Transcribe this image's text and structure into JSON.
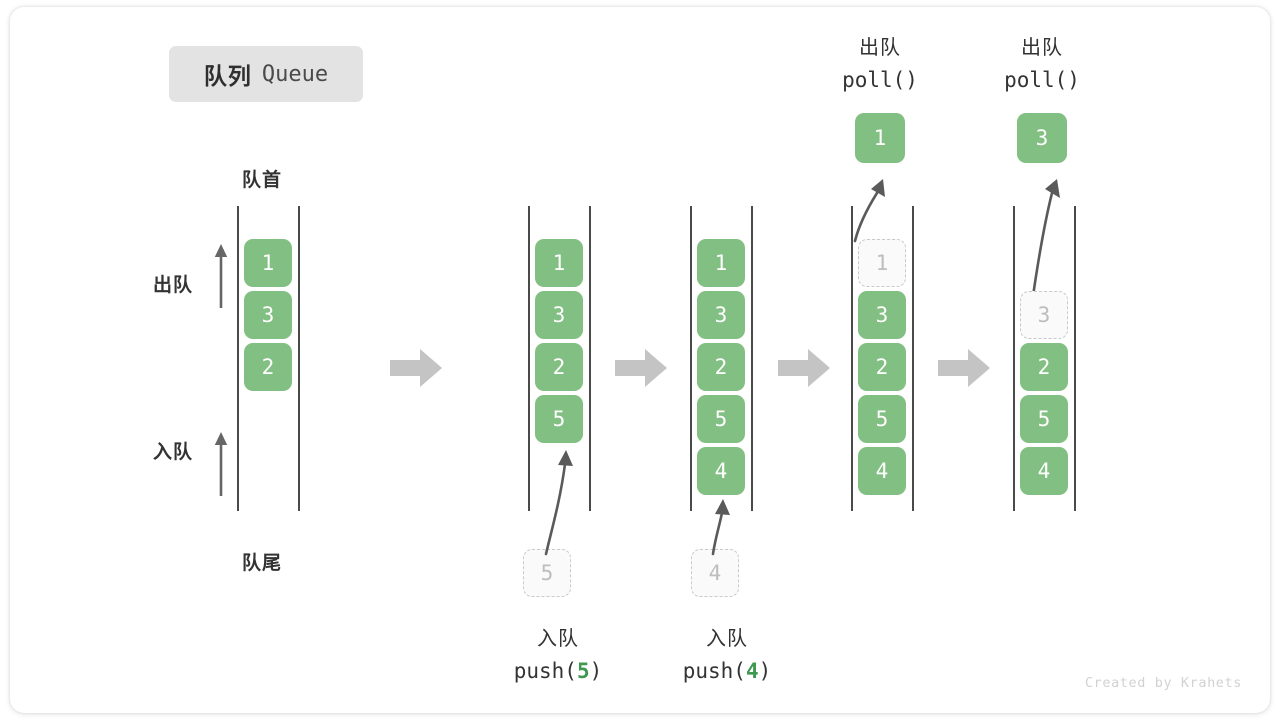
{
  "title": {
    "cn": "队列",
    "en": "Queue"
  },
  "labels": {
    "front": "队首",
    "rear": "队尾",
    "dequeue_dir": "出队",
    "enqueue_dir": "入队"
  },
  "watermark": "Created by Krahets",
  "colors": {
    "cell_fill": "#82bf82",
    "cell_text": "#ffffff",
    "ghost_fill": "#fafafa",
    "ghost_border": "#c9c9c9",
    "ghost_text": "#bdbdbd",
    "rail": "#4a4a4a",
    "step_arrow": "#c4c4c4",
    "dir_arrow": "#666666",
    "curve_arrow": "#5a5a5a",
    "badge_bg": "#e3e3e3",
    "accent_green": "#3f9850",
    "text": "#333333"
  },
  "columns": [
    {
      "id": "initial",
      "header_cn": "",
      "header_code": "",
      "cells": [
        {
          "value": "1",
          "state": "filled"
        },
        {
          "value": "3",
          "state": "filled"
        },
        {
          "value": "2",
          "state": "filled"
        }
      ],
      "popped": null,
      "incoming": null,
      "caption_cn": "",
      "caption_code": "",
      "caption_arg": ""
    },
    {
      "id": "push5",
      "header_cn": "",
      "header_code": "",
      "cells": [
        {
          "value": "1",
          "state": "filled"
        },
        {
          "value": "3",
          "state": "filled"
        },
        {
          "value": "2",
          "state": "filled"
        },
        {
          "value": "5",
          "state": "filled"
        }
      ],
      "popped": null,
      "incoming": {
        "value": "5",
        "state": "ghost"
      },
      "caption_cn": "入队",
      "caption_code_prefix": "push(",
      "caption_arg": "5",
      "caption_code_suffix": ")"
    },
    {
      "id": "push4",
      "header_cn": "",
      "header_code": "",
      "cells": [
        {
          "value": "1",
          "state": "filled"
        },
        {
          "value": "3",
          "state": "filled"
        },
        {
          "value": "2",
          "state": "filled"
        },
        {
          "value": "5",
          "state": "filled"
        },
        {
          "value": "4",
          "state": "filled"
        }
      ],
      "popped": null,
      "incoming": {
        "value": "4",
        "state": "ghost"
      },
      "caption_cn": "入队",
      "caption_code_prefix": "push(",
      "caption_arg": "4",
      "caption_code_suffix": ")"
    },
    {
      "id": "poll1",
      "header_cn": "出队",
      "header_code": "poll()",
      "cells": [
        {
          "value": "1",
          "state": "ghost"
        },
        {
          "value": "3",
          "state": "filled"
        },
        {
          "value": "2",
          "state": "filled"
        },
        {
          "value": "5",
          "state": "filled"
        },
        {
          "value": "4",
          "state": "filled"
        }
      ],
      "popped": {
        "value": "1",
        "state": "popped"
      },
      "incoming": null,
      "caption_cn": "",
      "caption_code": "",
      "caption_arg": ""
    },
    {
      "id": "poll3",
      "header_cn": "出队",
      "header_code": "poll()",
      "cells": [
        {
          "value": "",
          "state": "empty"
        },
        {
          "value": "3",
          "state": "ghost"
        },
        {
          "value": "2",
          "state": "filled"
        },
        {
          "value": "5",
          "state": "filled"
        },
        {
          "value": "4",
          "state": "filled"
        }
      ],
      "popped": {
        "value": "3",
        "state": "popped"
      },
      "incoming": null,
      "caption_cn": "",
      "caption_code": "",
      "caption_arg": ""
    }
  ]
}
